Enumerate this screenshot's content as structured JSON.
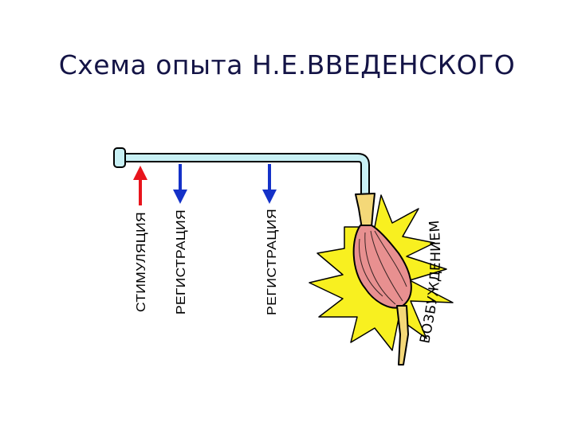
{
  "title": "Схема опыта Н.Е.ВВЕДЕНСКОГО",
  "labels": {
    "stimulation": "СТИМУЛЯЦИЯ",
    "registration_1": "РЕГИСТРАЦИЯ",
    "registration_2": "РЕГИСТРАЦИЯ",
    "excitation": "ВОЗБУЖДЕНИЕМ"
  },
  "colors": {
    "nerve": "#c8f0f4",
    "stimulation_arrow": "#e8141c",
    "registration_arrow": "#1431c8",
    "burst": "#f8f020",
    "muscle": "#e89090",
    "tendon": "#f4d878"
  },
  "icons": {
    "stimulation": "arrow-up-icon",
    "registration": "arrow-down-icon"
  }
}
